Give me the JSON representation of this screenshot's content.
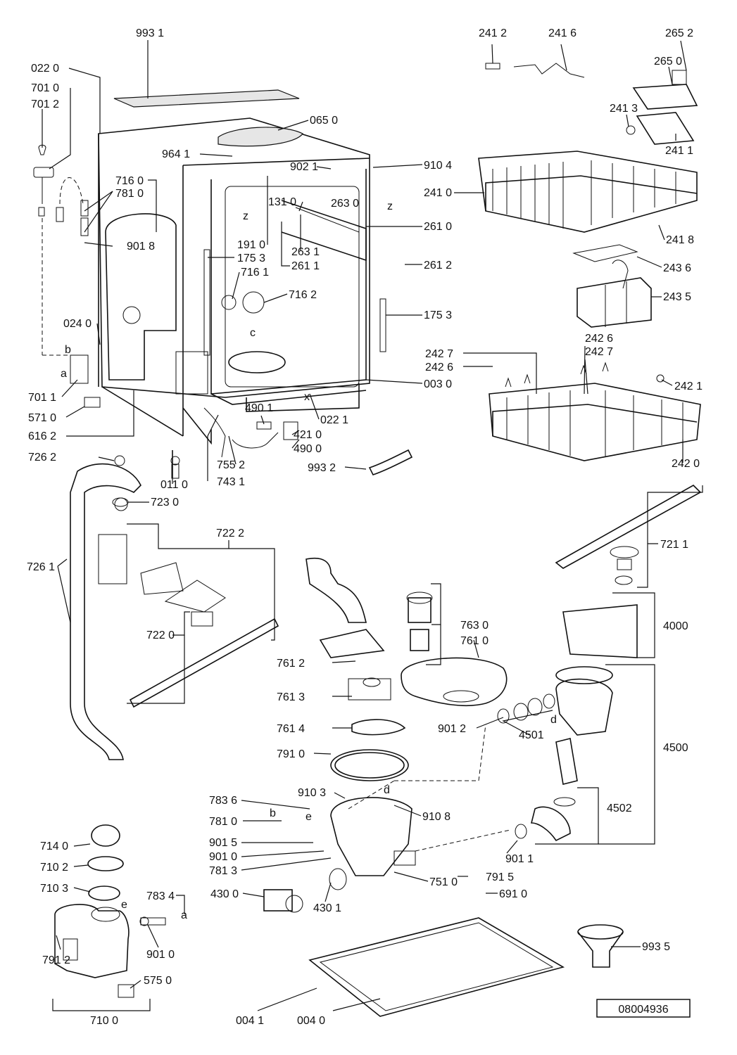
{
  "labels": [
    "993 1",
    "022 0",
    "701 0",
    "701 2",
    "065 0",
    "964 1",
    "902 1",
    "910 4",
    "716 0",
    "781 0",
    "131 0",
    "263 0",
    "261 0",
    "901 8",
    "191 0",
    "175 3",
    "263 1",
    "261 1",
    "261 2",
    "716 1",
    "716 2",
    "175 3",
    "024 0",
    "b",
    "a",
    "c",
    "x",
    "z",
    "z",
    "003 0",
    "701 1",
    "571 0",
    "616 2",
    "490 1",
    "421 0",
    "490 0",
    "022 1",
    "755 2",
    "743 1",
    "993 2",
    "726 2",
    "011 0",
    "723 0",
    "722 2",
    "726 1",
    "722 0",
    "241 2",
    "241 6",
    "265 2",
    "265 0",
    "241 3",
    "241 1",
    "241 0",
    "241 8",
    "243 6",
    "243 5",
    "242 6",
    "242 7",
    "242 7",
    "242 6",
    "242 1",
    "242 0",
    "721 1",
    "4000",
    "763 0",
    "761 0",
    "761 2",
    "761 3",
    "761 4",
    "901 2",
    "4501",
    "d",
    "791 0",
    "4500",
    "4502",
    "910 3",
    "783 6",
    "910 8",
    "781 0",
    "b",
    "e",
    "d",
    "901 5",
    "901 0",
    "781 3",
    "901 1",
    "751 0",
    "791 5",
    "691 0",
    "430 0",
    "430 1",
    "714 0",
    "710 2",
    "710 3",
    "783 4",
    "a",
    "901 0",
    "791 2",
    "575 0",
    "710 0",
    "993 5",
    "004 1",
    "004 0",
    "e"
  ],
  "drawing_id": "08004936"
}
